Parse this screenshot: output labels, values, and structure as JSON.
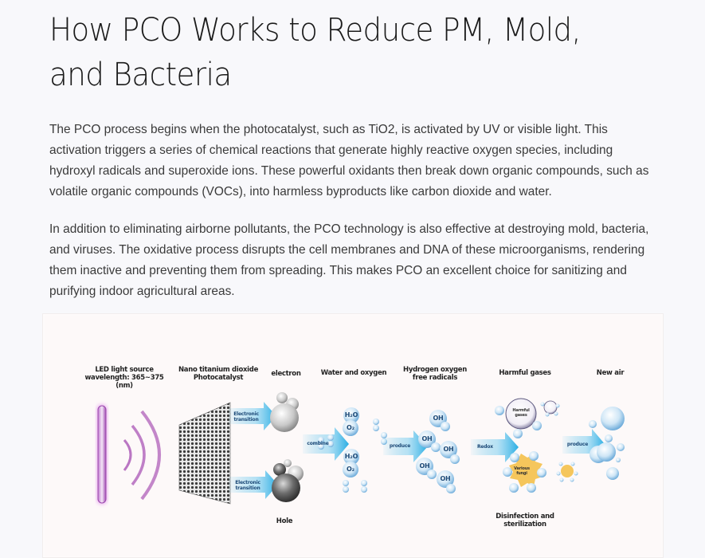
{
  "article": {
    "title": "How PCO Works to Reduce PM, Mold, and Bacteria",
    "paragraphs": [
      "The PCO process begins when the photocatalyst, such as TiO2, is activated by UV or visible light. This activation triggers a series of chemical reactions that generate highly reactive oxygen species, including hydroxyl radicals and superoxide ions. These powerful oxidants then break down organic compounds, such as volatile organic compounds (VOCs), into harmless byproducts like carbon dioxide and water.",
      "In addition to eliminating airborne pollutants, the PCO technology is also effective at destroying mold, bacteria, and viruses. The oxidative process disrupts the cell membranes and DNA of these microorganisms, rendering them inactive and preventing them from spreading. This makes PCO an excellent choice for sanitizing and purifying indoor agricultural areas."
    ]
  },
  "diagram": {
    "headers": {
      "led": "LED light source\nwavelength: 365~375 (nm)",
      "tio2": "Nano titanium dioxide\nPhotocatalyst",
      "electron": "electron",
      "water_oxygen": "Water and oxygen",
      "radicals": "Hydrogen oxygen\nfree radicals",
      "harmful": "Harmful gases",
      "new_air": "New air"
    },
    "arrows": {
      "transition_top": "Electronic\ntransition",
      "transition_bottom": "Electronic\ntransition",
      "combine": "combine",
      "produce1": "produce",
      "redox": "Redox",
      "produce2": "produce"
    },
    "footers": {
      "hole": "Hole",
      "disinfection": "Disinfection and\nsterilization"
    },
    "molecules": {
      "h2o": "H₂O",
      "o2": "O₂",
      "oh": "OH",
      "harmful_gases": "Harmful\ngases",
      "various_fungi": "Various\nfungi"
    },
    "colors": {
      "arrow": "#39b6e6",
      "led": "#a955b5",
      "bubble": "#9ccbe8",
      "fungi": "#f4c04a"
    }
  }
}
